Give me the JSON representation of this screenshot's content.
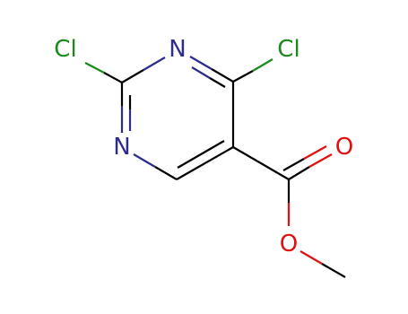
{
  "molecule": {
    "atoms": {
      "cl_left": {
        "symbol": "Cl",
        "color": "#1a8a1a"
      },
      "n_top": {
        "symbol": "N",
        "color": "#2c2c8c"
      },
      "cl_right": {
        "symbol": "Cl",
        "color": "#1a8a1a"
      },
      "n_bottom": {
        "symbol": "N",
        "color": "#2c2c8c"
      },
      "o_carbonyl": {
        "symbol": "O",
        "color": "#e01010"
      },
      "o_ester": {
        "symbol": "O",
        "color": "#e01010"
      }
    },
    "bond_color": "#000000"
  }
}
